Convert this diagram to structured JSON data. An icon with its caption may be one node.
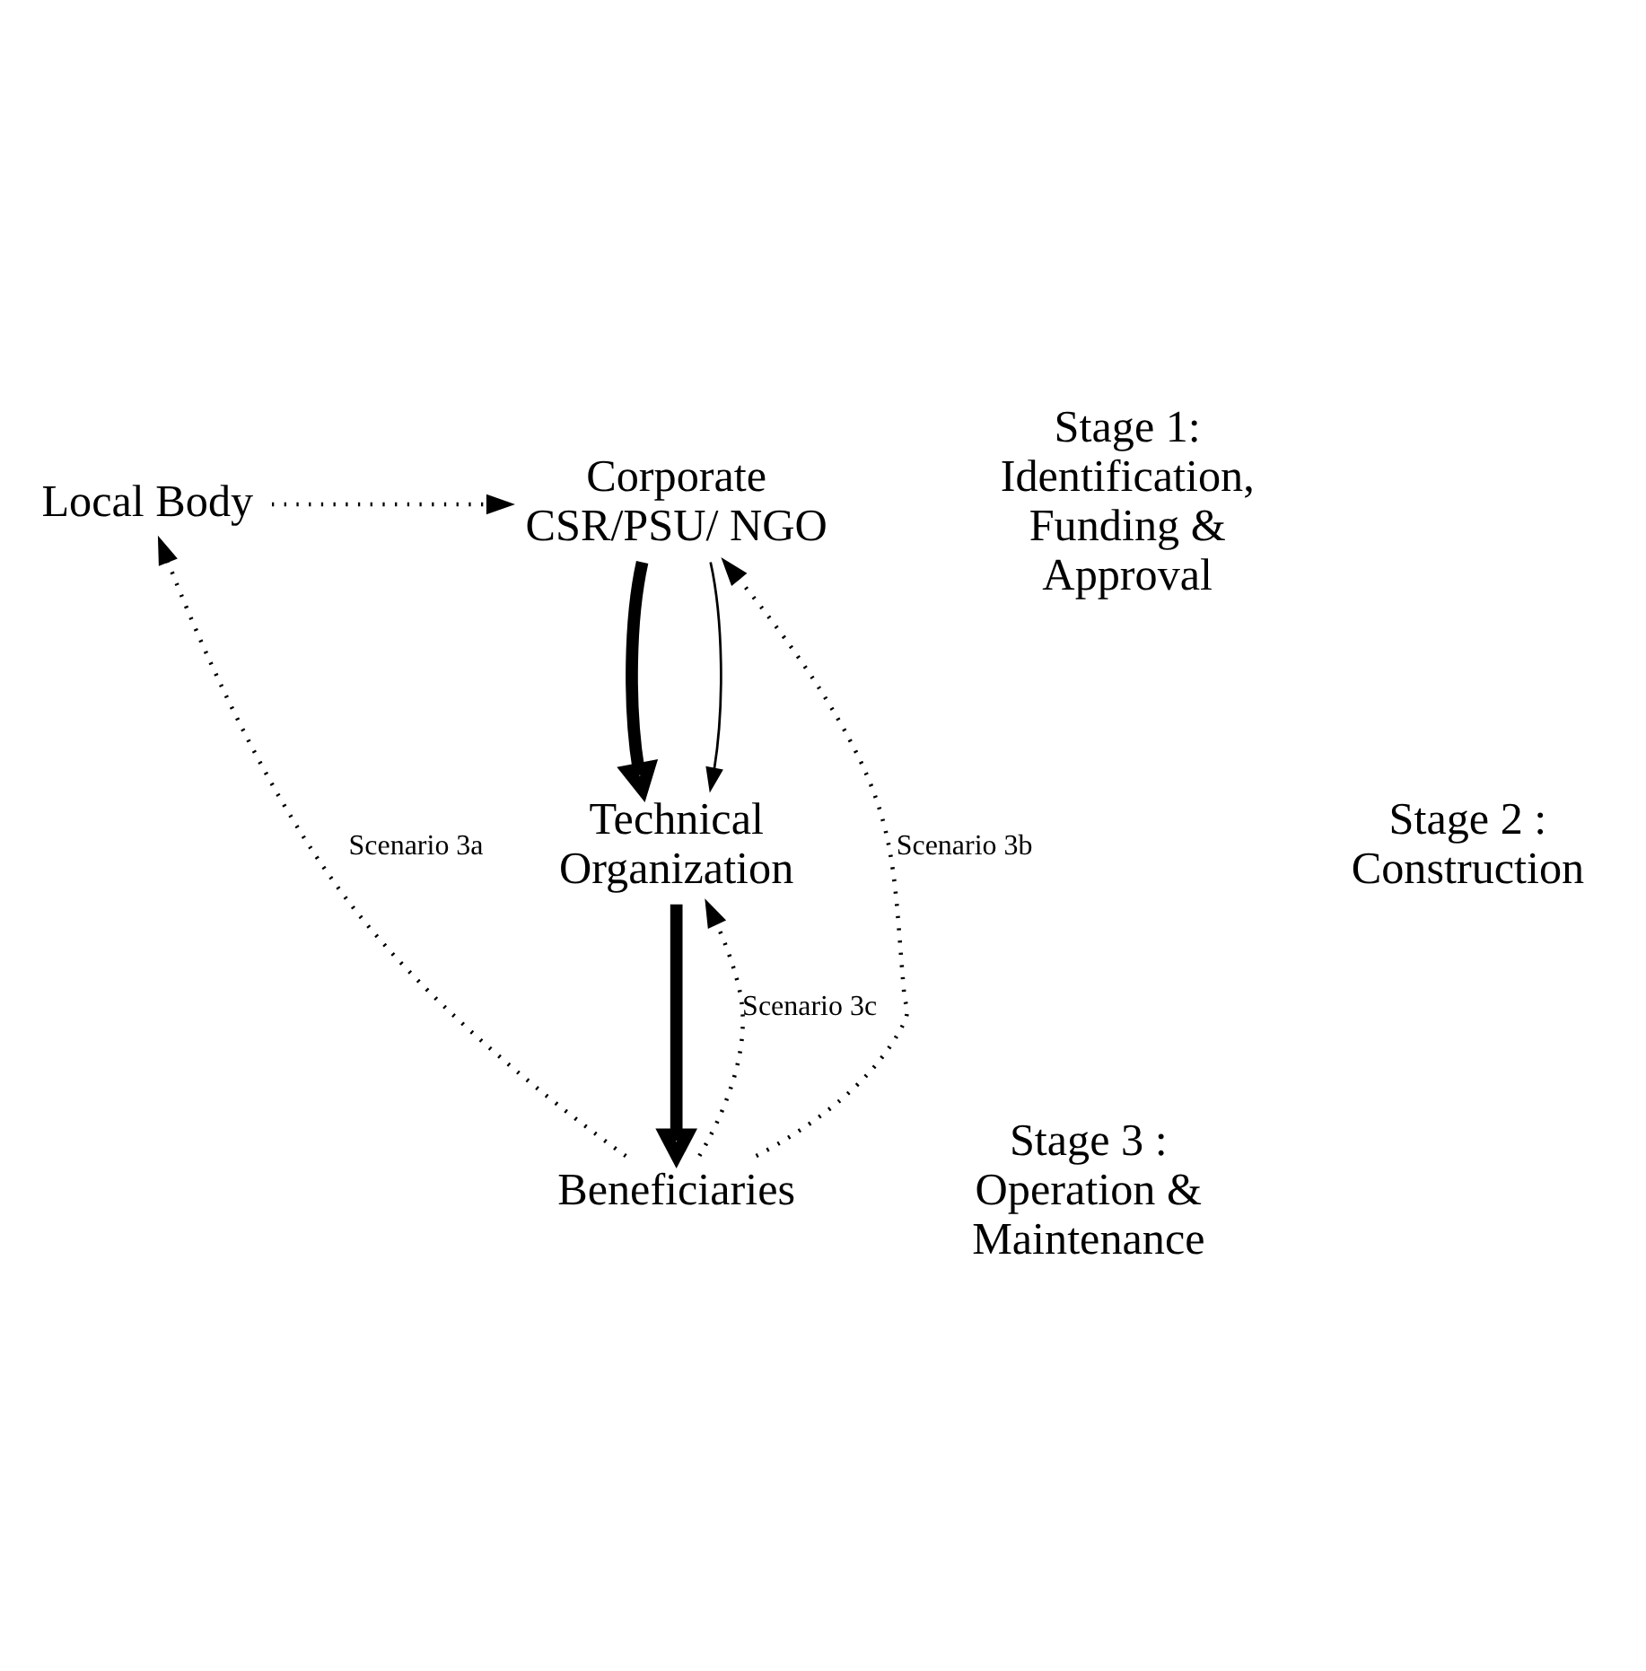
{
  "diagram": {
    "nodes": [
      {
        "text": [
          "Corporate CSR/PSU/ NGO"
        ]
      },
      {
        "text": [
          "Local Body"
        ]
      },
      {
        "text": [
          "Technical Organization"
        ]
      },
      {
        "text": [
          "Beneficiaries"
        ]
      }
    ],
    "edges": [
      {
        "from": 0,
        "to": 2,
        "arrow": "to",
        "style": "thick"
      },
      {
        "from": 2,
        "to": 3,
        "arrow": "to",
        "style": "thick"
      },
      {
        "from": 0,
        "to": 2,
        "arrow": "to"
      },
      {
        "from": 1,
        "to": 0,
        "arrow": "to",
        "style": "dashed"
      },
      {
        "from": 3,
        "to": 1,
        "arrow": "to",
        "style": "dashed",
        "label": "Scenario 3a"
      },
      {
        "from": 3,
        "to": 0,
        "arrow": "to",
        "style": "dashed",
        "label": "Scenario 3b"
      },
      {
        "from": 3,
        "to": 2,
        "arrow": "to",
        "style": "dashed",
        "label": "Scenario 3c"
      }
    ],
    "labels": [
      "Stage 1: Identification, Funding & Approval",
      "Stage 2 : Construction",
      "Stage 3 : Operation & Maintenance"
    ]
  }
}
